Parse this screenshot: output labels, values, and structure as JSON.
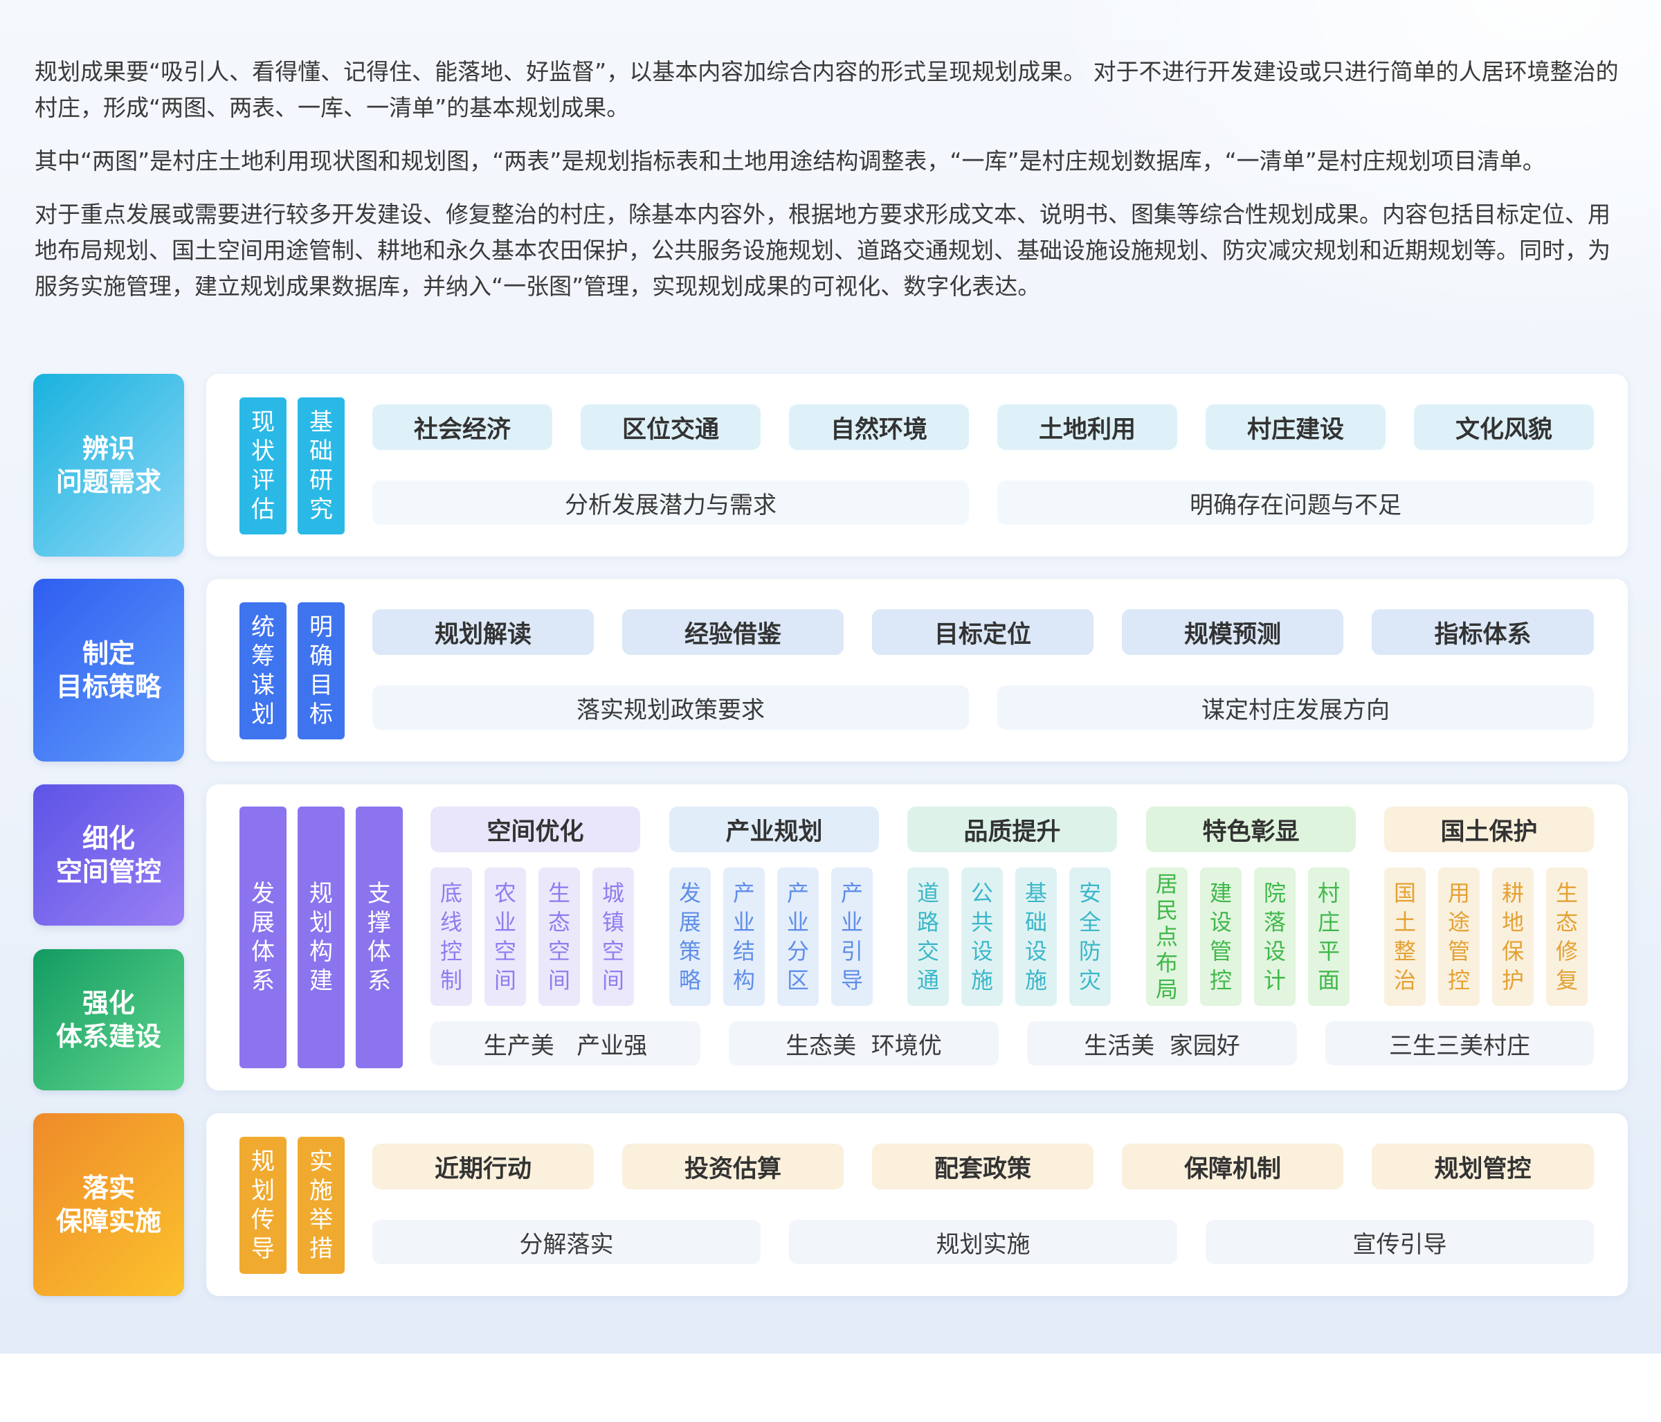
{
  "intro": {
    "p1": "规划成果要“吸引人、看得懂、记得住、能落地、好监督”，以基本内容加综合内容的形式呈现规划成果。 对于不进行开发建设或只进行简单的人居环境整治的村庄，形成“两图、两表、一库、一清单”的基本规划成果。",
    "p2": "其中“两图”是村庄土地利用现状图和规划图，“两表”是规划指标表和土地用途结构调整表，“一库”是村庄规划数据库，“一清单”是村庄规划项目清单。",
    "p3": "对于重点发展或需要进行较多开发建设、修复整治的村庄，除基本内容外，根据地方要求形成文本、说明书、图集等综合性规划成果。内容包括目标定位、用地布局规划、国土空间用途管制、耕地和永久基本农田保护，公共服务设施规划、道路交通规划、基础设施设施规划、防灾减灾规划和近期规划等。同时，为服务实施管理，建立规划成果数据库，并纳入“一张图”管理，实现规划成果的可视化、数字化表达。"
  },
  "sides": [
    {
      "l1": "辨识",
      "l2": "问题需求"
    },
    {
      "l1": "制定",
      "l2": "目标策略"
    },
    {
      "l1": "细化",
      "l2": "空间管控"
    },
    {
      "l1": "强化",
      "l2": "体系建设"
    },
    {
      "l1": "落实",
      "l2": "保障实施"
    }
  ],
  "row1": {
    "vcols": [
      "现状评估",
      "基础研究"
    ],
    "items": [
      "社会经济",
      "区位交通",
      "自然环境",
      "土地利用",
      "村庄建设",
      "文化风貌"
    ],
    "subs": [
      "分析发展潜力与需求",
      "明确存在问题与不足"
    ]
  },
  "row2": {
    "vcols": [
      "统筹谋划",
      "明确目标"
    ],
    "items": [
      "规划解读",
      "经验借鉴",
      "目标定位",
      "规模预测",
      "指标体系"
    ],
    "subs": [
      "落实规划政策要求",
      "谋定村庄发展方向"
    ]
  },
  "row3": {
    "vcols": [
      "发展体系",
      "规划构建",
      "支撑体系"
    ],
    "groups": [
      {
        "title": "空间优化",
        "items": [
          "底线控制",
          "农业空间",
          "生态空间",
          "城镇空间"
        ]
      },
      {
        "title": "产业规划",
        "items": [
          "发展策略",
          "产业结构",
          "产业分区",
          "产业引导"
        ]
      },
      {
        "title": "品质提升",
        "items": [
          "道路交通",
          "公共设施",
          "基础设施",
          "安全防灾"
        ]
      },
      {
        "title": "特色彰显",
        "items": [
          "居民点布局",
          "建设管控",
          "院落设计",
          "村庄平面"
        ]
      },
      {
        "title": "国土保护",
        "items": [
          "国土整治",
          "用途管控",
          "耕地保护",
          "生态修复"
        ]
      }
    ],
    "subs": [
      "生产美   产业强",
      "生态美  环境优",
      "生活美  家园好",
      "三生三美村庄"
    ]
  },
  "row5": {
    "vcols": [
      "规划传导",
      "实施举措"
    ],
    "items": [
      "近期行动",
      "投资估算",
      "配套政策",
      "保障机制",
      "规划管控"
    ],
    "subs": [
      "分解落实",
      "规划实施",
      "宣传引导"
    ]
  }
}
